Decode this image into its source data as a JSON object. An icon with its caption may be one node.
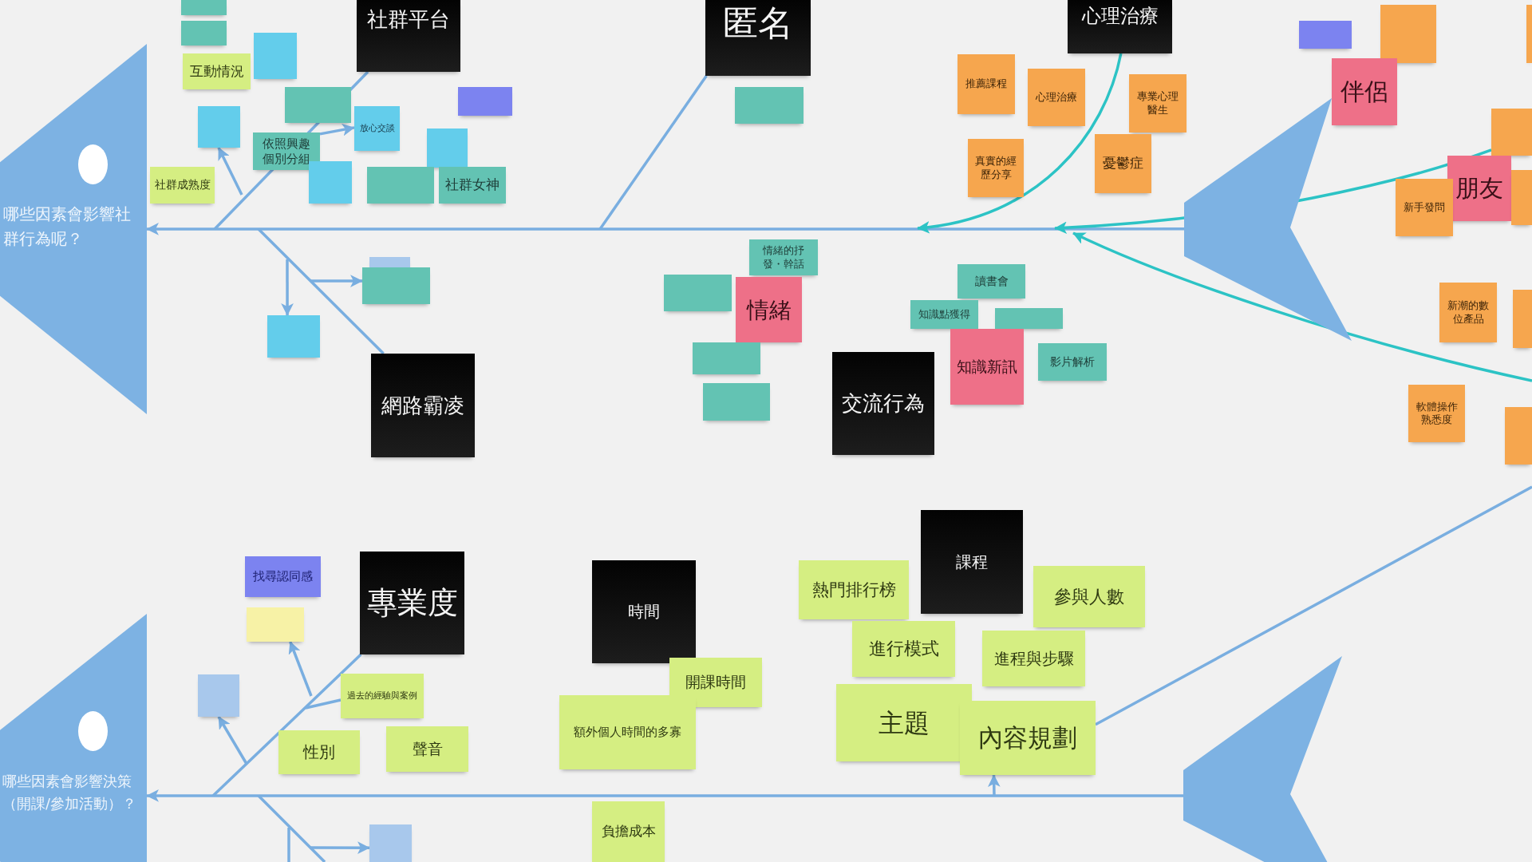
{
  "diagram": {
    "nodes": [
      {
        "text": [
          "哪些因素會影響社群行為呢？"
        ]
      },
      {
        "text": [],
        "shape": "tail"
      },
      {
        "text": [
          "社群平台"
        ]
      },
      {
        "text": [
          "匿名"
        ]
      },
      {
        "text": [
          "心理治療"
        ]
      },
      {
        "text": [
          "網路霸凌"
        ]
      },
      {
        "text": [
          "交流行為"
        ]
      },
      {
        "text": [],
        "shape": "box"
      },
      {
        "text": [],
        "shape": "box"
      },
      {
        "text": [
          "互動情況"
        ]
      },
      {
        "text": [],
        "shape": "box"
      },
      {
        "text": [],
        "shape": "box"
      },
      {
        "text": [],
        "shape": "box"
      },
      {
        "text": [],
        "shape": "box"
      },
      {
        "text": [
          "依照興趣個別分組"
        ]
      },
      {
        "text": [
          "放心交談"
        ]
      },
      {
        "text": [],
        "shape": "box"
      },
      {
        "text": [],
        "shape": "box"
      },
      {
        "text": [
          "社群成熟度"
        ]
      },
      {
        "text": [],
        "shape": "box"
      },
      {
        "text": [
          "社群女神"
        ]
      },
      {
        "text": [],
        "shape": "box"
      },
      {
        "text": [],
        "shape": "box"
      },
      {
        "text": [],
        "shape": "box"
      },
      {
        "text": [],
        "shape": "box"
      },
      {
        "text": [
          "推薦課程"
        ]
      },
      {
        "text": [
          "心理治療"
        ]
      },
      {
        "text": [
          "專業心理醫生"
        ]
      },
      {
        "text": [
          "真實的經歷分享"
        ]
      },
      {
        "text": [
          "憂鬱症"
        ]
      },
      {
        "text": [],
        "shape": "box"
      },
      {
        "text": [],
        "shape": "box"
      },
      {
        "text": [],
        "shape": "box"
      },
      {
        "text": [
          "伴侶"
        ]
      },
      {
        "text": [],
        "shape": "box"
      },
      {
        "text": [
          "朋友"
        ]
      },
      {
        "text": [],
        "shape": "box"
      },
      {
        "text": [
          "新手發問"
        ]
      },
      {
        "text": [
          "情緒的抒發・幹話"
        ]
      },
      {
        "text": [],
        "shape": "box"
      },
      {
        "text": [
          "情緒"
        ]
      },
      {
        "text": [],
        "shape": "box"
      },
      {
        "text": [],
        "shape": "box"
      },
      {
        "text": [
          "讀書會"
        ]
      },
      {
        "text": [
          "知識點獲得"
        ]
      },
      {
        "text": [],
        "shape": "box"
      },
      {
        "text": [
          "知識新訊"
        ]
      },
      {
        "text": [
          "影片解析"
        ]
      },
      {
        "text": [
          "新潮的數位產品"
        ]
      },
      {
        "text": [],
        "shape": "box"
      },
      {
        "text": [
          "軟體操作熟悉度"
        ]
      },
      {
        "text": [],
        "shape": "box"
      },
      {
        "text": [
          "哪些因素會影響決策（開課/參加活動）？"
        ]
      },
      {
        "text": [],
        "shape": "tail"
      },
      {
        "text": [
          "專業度"
        ]
      },
      {
        "text": [
          "時間"
        ]
      },
      {
        "text": [
          "課程"
        ]
      },
      {
        "text": [
          "找尋認同感"
        ]
      },
      {
        "text": [],
        "shape": "box"
      },
      {
        "text": [],
        "shape": "box"
      },
      {
        "text": [
          "過去的經驗與案例"
        ]
      },
      {
        "text": [
          "性別"
        ]
      },
      {
        "text": [
          "聲音"
        ]
      },
      {
        "text": [],
        "shape": "box"
      },
      {
        "text": [
          "開課時間"
        ]
      },
      {
        "text": [
          "額外個人時間的多寡"
        ]
      },
      {
        "text": [
          "負擔成本"
        ]
      },
      {
        "text": [
          "熱門排行榜"
        ]
      },
      {
        "text": [
          "參與人數"
        ]
      },
      {
        "text": [
          "進行模式"
        ]
      },
      {
        "text": [
          "進程與步驟"
        ]
      },
      {
        "text": [
          "主題"
        ]
      },
      {
        "text": [
          "內容規劃"
        ]
      }
    ],
    "edges": [
      {
        "from": 1,
        "to": 0,
        "arrow": "to"
      },
      {
        "from": 53,
        "to": 52,
        "arrow": "to"
      },
      {
        "from": 2,
        "to": null,
        "arrow": "none"
      },
      {
        "from": 5,
        "to": null,
        "arrow": "none"
      },
      {
        "from": 3,
        "to": null,
        "arrow": "none"
      },
      {
        "from": null,
        "to": 13,
        "arrow": "to"
      },
      {
        "from": 14,
        "to": 15,
        "arrow": "to"
      },
      {
        "from": null,
        "to": 23,
        "arrow": "to"
      },
      {
        "from": null,
        "to": 22,
        "arrow": "to"
      },
      {
        "from": 4,
        "to": null,
        "arrow": "to",
        "color": "#2cc3c5"
      },
      {
        "from": 34,
        "to": null,
        "arrow": "to",
        "color": "#2cc3c5"
      },
      {
        "from": 54,
        "to": null,
        "arrow": "none"
      },
      {
        "from": null,
        "to": 58,
        "arrow": "to"
      },
      {
        "from": null,
        "to": 59,
        "arrow": "to"
      },
      {
        "from": 60,
        "to": null,
        "arrow": "none"
      },
      {
        "from": null,
        "to": 63,
        "arrow": "to"
      },
      {
        "from": 72,
        "to": null,
        "arrow": "none"
      },
      {
        "from": null,
        "to": 72,
        "arrow": "to"
      }
    ]
  }
}
